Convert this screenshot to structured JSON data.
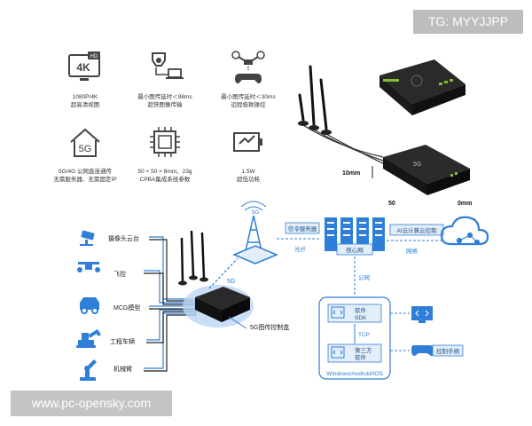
{
  "watermark_top": "TG: MYYJJPP",
  "watermark_bottom": "www.pc-opensky.com",
  "features": [
    {
      "icon": "4k-screen-icon",
      "badge": "4K",
      "badge2": "HD",
      "line1": "1080P/4K",
      "line2": "超高清视图"
    },
    {
      "icon": "camera-laptop-icon",
      "line1": "最小图传延时＜98ms",
      "line2": "超快图像传输"
    },
    {
      "icon": "drone-gamepad-icon",
      "line1": "最小图传延时＜30ms",
      "line2": "远程极致操控"
    },
    {
      "icon": "5g-home-icon",
      "badge": "5G",
      "line1": "5G/4G 公网直连通传",
      "line2": "无需服务器、无需固定IP"
    },
    {
      "icon": "chip-icon",
      "line1": "50 × 50 × 8mm、23g",
      "line2": "CPBA集成系统参数"
    },
    {
      "icon": "battery-icon",
      "line1": "1.5W",
      "line2": "超低功耗"
    }
  ],
  "product": {
    "dim_height": "10mm",
    "dim_width": "50",
    "dim_depth": "0mm",
    "device_label": "5G"
  },
  "diagram": {
    "devices": [
      "摄像头云台",
      "飞控",
      "MCG模型",
      "工程车辆",
      "机械臂"
    ],
    "tower_badge": "5G",
    "link_5g": "5G",
    "signal_server": "信令服务器",
    "fiber": "光纤",
    "core_network": "核心网",
    "ai_cloud": "AI云计算云控制",
    "network": "网络",
    "public_network": "公网",
    "sdk_line1": "软件",
    "sdk_line2": "SDK",
    "tcp": "TCP",
    "third_line1": "第三方",
    "third_line2": "软件",
    "platforms": "Windows/Android/IOS",
    "gamepad": "控制手柄",
    "controller_box": "5G图传控制盒"
  },
  "colors": {
    "accent": "#2f7fd8",
    "dark": "#1a1a1a",
    "label_bg": "#e4eef8",
    "line": "#222222"
  }
}
